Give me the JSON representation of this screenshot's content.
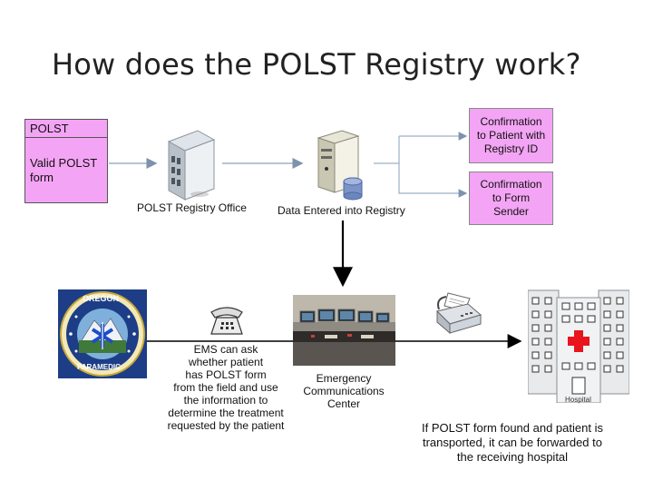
{
  "title": "How does the POLST Registry work?",
  "polst_form": {
    "header": "POLST",
    "body": "Valid POLST\nform"
  },
  "registry_office_label": "POLST Registry Office",
  "data_entry_label": "Data Entered into Registry",
  "confirm_patient": "Confirmation\nto Patient with\nRegistry ID",
  "confirm_sender": "Confirmation\nto Form\nSender",
  "ems_text": "EMS can ask\nwhether patient\nhas POLST form\nfrom the field and use\nthe information to\ndetermine the treatment\nrequested by the patient",
  "comm_center_label": "Emergency\nCommunications\nCenter",
  "hospital_note": "If POLST form found and patient is\ntransported, it can be forwarded to\nthe receiving hospital",
  "emblem": {
    "top_text": "OREGON",
    "bottom_text": "PARAMEDIC"
  },
  "hospital_sign": "Hospital",
  "colors": {
    "pink": "#f4a4f4",
    "line": "#000000",
    "connector": "#9bb0c8"
  }
}
